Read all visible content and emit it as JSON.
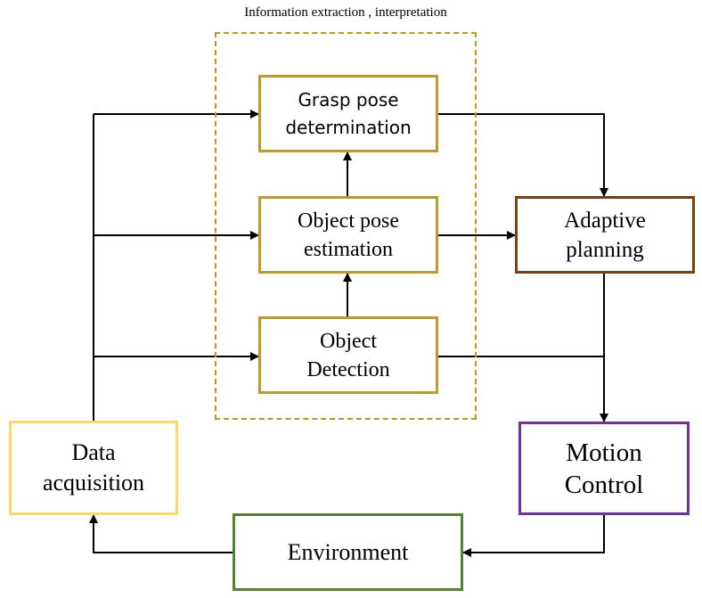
{
  "diagram": {
    "group": {
      "title": "Information extraction , interpretation"
    },
    "nodes": {
      "grasp": {
        "line1": "Grasp pose",
        "line2": "determination"
      },
      "objpose": {
        "line1": "Object pose",
        "line2": "estimation"
      },
      "detect": {
        "line1": "Object",
        "line2": "Detection"
      },
      "adaptive": {
        "line1": "Adaptive",
        "line2": "planning"
      },
      "motion": {
        "line1": "Motion",
        "line2": "Control"
      },
      "data": {
        "line1": "Data",
        "line2": "acquisition"
      },
      "env": {
        "line1": "Environment"
      }
    },
    "colors": {
      "group_frame": "#c8960c",
      "gold": "#c09a2a",
      "brown": "#7b3f14",
      "purple": "#7030a0",
      "yellow": "#ffd966",
      "green": "#548235",
      "wire": "#000000"
    },
    "edges": [
      {
        "from": "data",
        "to": "grasp"
      },
      {
        "from": "data",
        "to": "objpose"
      },
      {
        "from": "data",
        "to": "detect"
      },
      {
        "from": "detect",
        "to": "objpose"
      },
      {
        "from": "objpose",
        "to": "grasp"
      },
      {
        "from": "grasp",
        "to": "adaptive"
      },
      {
        "from": "objpose",
        "to": "adaptive"
      },
      {
        "from": "detect",
        "to": "motion"
      },
      {
        "from": "adaptive",
        "to": "motion"
      },
      {
        "from": "motion",
        "to": "env"
      },
      {
        "from": "env",
        "to": "data"
      }
    ]
  }
}
